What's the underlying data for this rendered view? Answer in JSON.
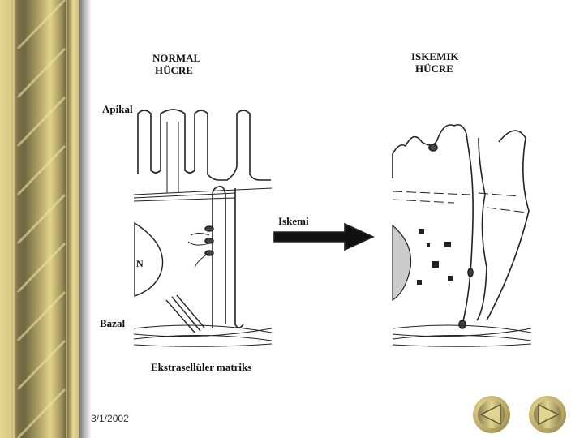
{
  "slide": {
    "normal_title": "NORMAL\nHÜCRE",
    "normal_title_l1": "NORMAL",
    "normal_title_l2": "HÜCRE",
    "ischemic_title_l1": "ISKEMIK",
    "ischemic_title_l2": "HÜCRE",
    "label_apical": "Apikal",
    "label_basal": "Bazal",
    "label_nucleus": "N",
    "label_arrow": "Iskemi",
    "label_matrix": "Ekstrasellüler matriks",
    "date": "3/1/2002"
  },
  "nav": {
    "prev_icon": "triangle-left-icon",
    "next_icon": "triangle-right-icon"
  },
  "colors": {
    "gold": "#d8c783",
    "dark_gold": "#6f6740"
  }
}
